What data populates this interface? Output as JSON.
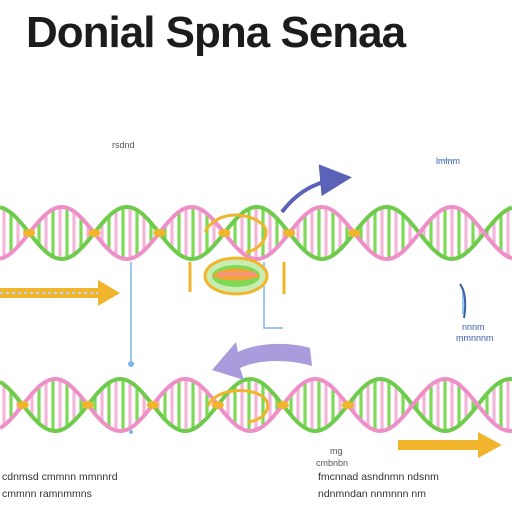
{
  "title": "Donial Spna Senaa",
  "labels": {
    "top_center": "rsdnd",
    "top_right": "lmlnm",
    "mid_right_1": "nnnm",
    "mid_right_2": "mmnnnm",
    "lower_center_1": "mg",
    "lower_center_2": "cmbnbn",
    "bottom_left_1": "cdnmsd cmmnn mmnnrd",
    "bottom_left_2": "cmmnn ramnmmns",
    "bottom_right_1": "fmcnnad asndnmn ndsnm",
    "bottom_right_2": "ndnmndan nnmnnn nm"
  },
  "colors": {
    "strand_pink": "#ee8fc8",
    "strand_green": "#6ecb4c",
    "rung_pink": "#f4b6d8",
    "rung_green": "#7ed957",
    "gold": "#f0b52c",
    "arrow_blue": "#5b63b8",
    "arrow_purple": "#a99bdc",
    "line_blue": "#7fb6e8"
  }
}
